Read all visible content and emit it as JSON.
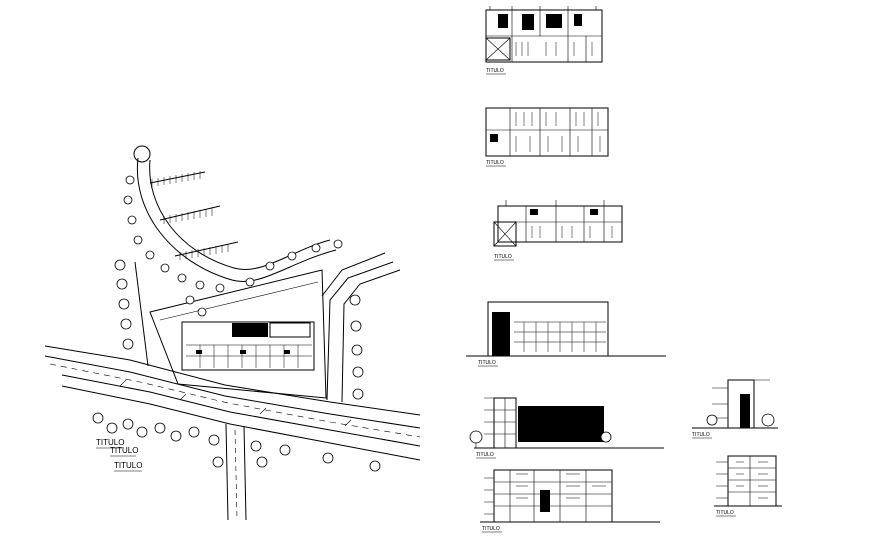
{
  "site_plan": {
    "label_main": "TITULO",
    "label_second": "TITULO",
    "label_third": "TITULO"
  },
  "drawings": {
    "plan_1": "TITULO",
    "plan_2": "TITULO",
    "plan_3": "TITULO",
    "elevation_1": "TITULO",
    "elevation_2": "TITULO",
    "section_1": "TITULO",
    "side_elevation": "TITULO",
    "side_section": "TITULO"
  }
}
